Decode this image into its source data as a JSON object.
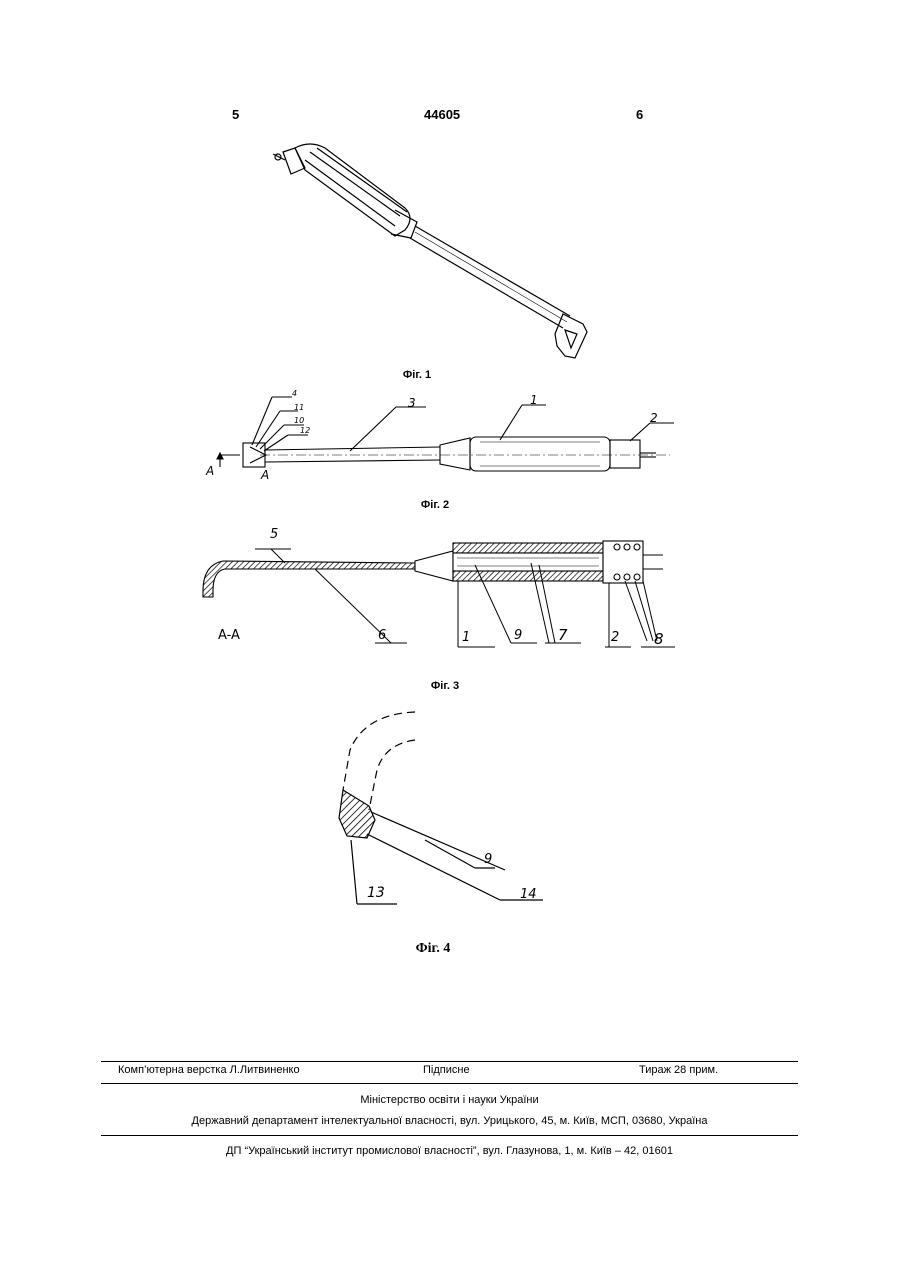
{
  "header": {
    "left": "5",
    "center": "44605",
    "right": "6"
  },
  "figures": {
    "fig1": {
      "caption": "Фіг. 1"
    },
    "fig2": {
      "caption": "Фіг. 2",
      "labels": [
        "4",
        "11",
        "10",
        "12",
        "3",
        "1",
        "2",
        "A",
        "A"
      ]
    },
    "fig3": {
      "caption": "Фіг. 3",
      "section": "A-A",
      "labels": [
        "5",
        "6",
        "1",
        "9",
        "7",
        "2",
        "8"
      ]
    },
    "fig4": {
      "caption": "Фіг. 4",
      "labels": [
        "9",
        "13",
        "14"
      ]
    }
  },
  "footer": {
    "typesetting": "Комп’ютерна верстка Л.Литвиненко",
    "signed": "Підписне",
    "circulation": "Тираж 28 прим.",
    "ministry": "Міністерство освіти і науки України",
    "department": "Державний департамент інтелектуальної власності, вул. Урицького, 45, м. Київ, МСП, 03680, Україна",
    "institute": "ДП “Український інститут промислової власності”, вул. Глазунова, 1, м. Київ – 42, 01601"
  }
}
